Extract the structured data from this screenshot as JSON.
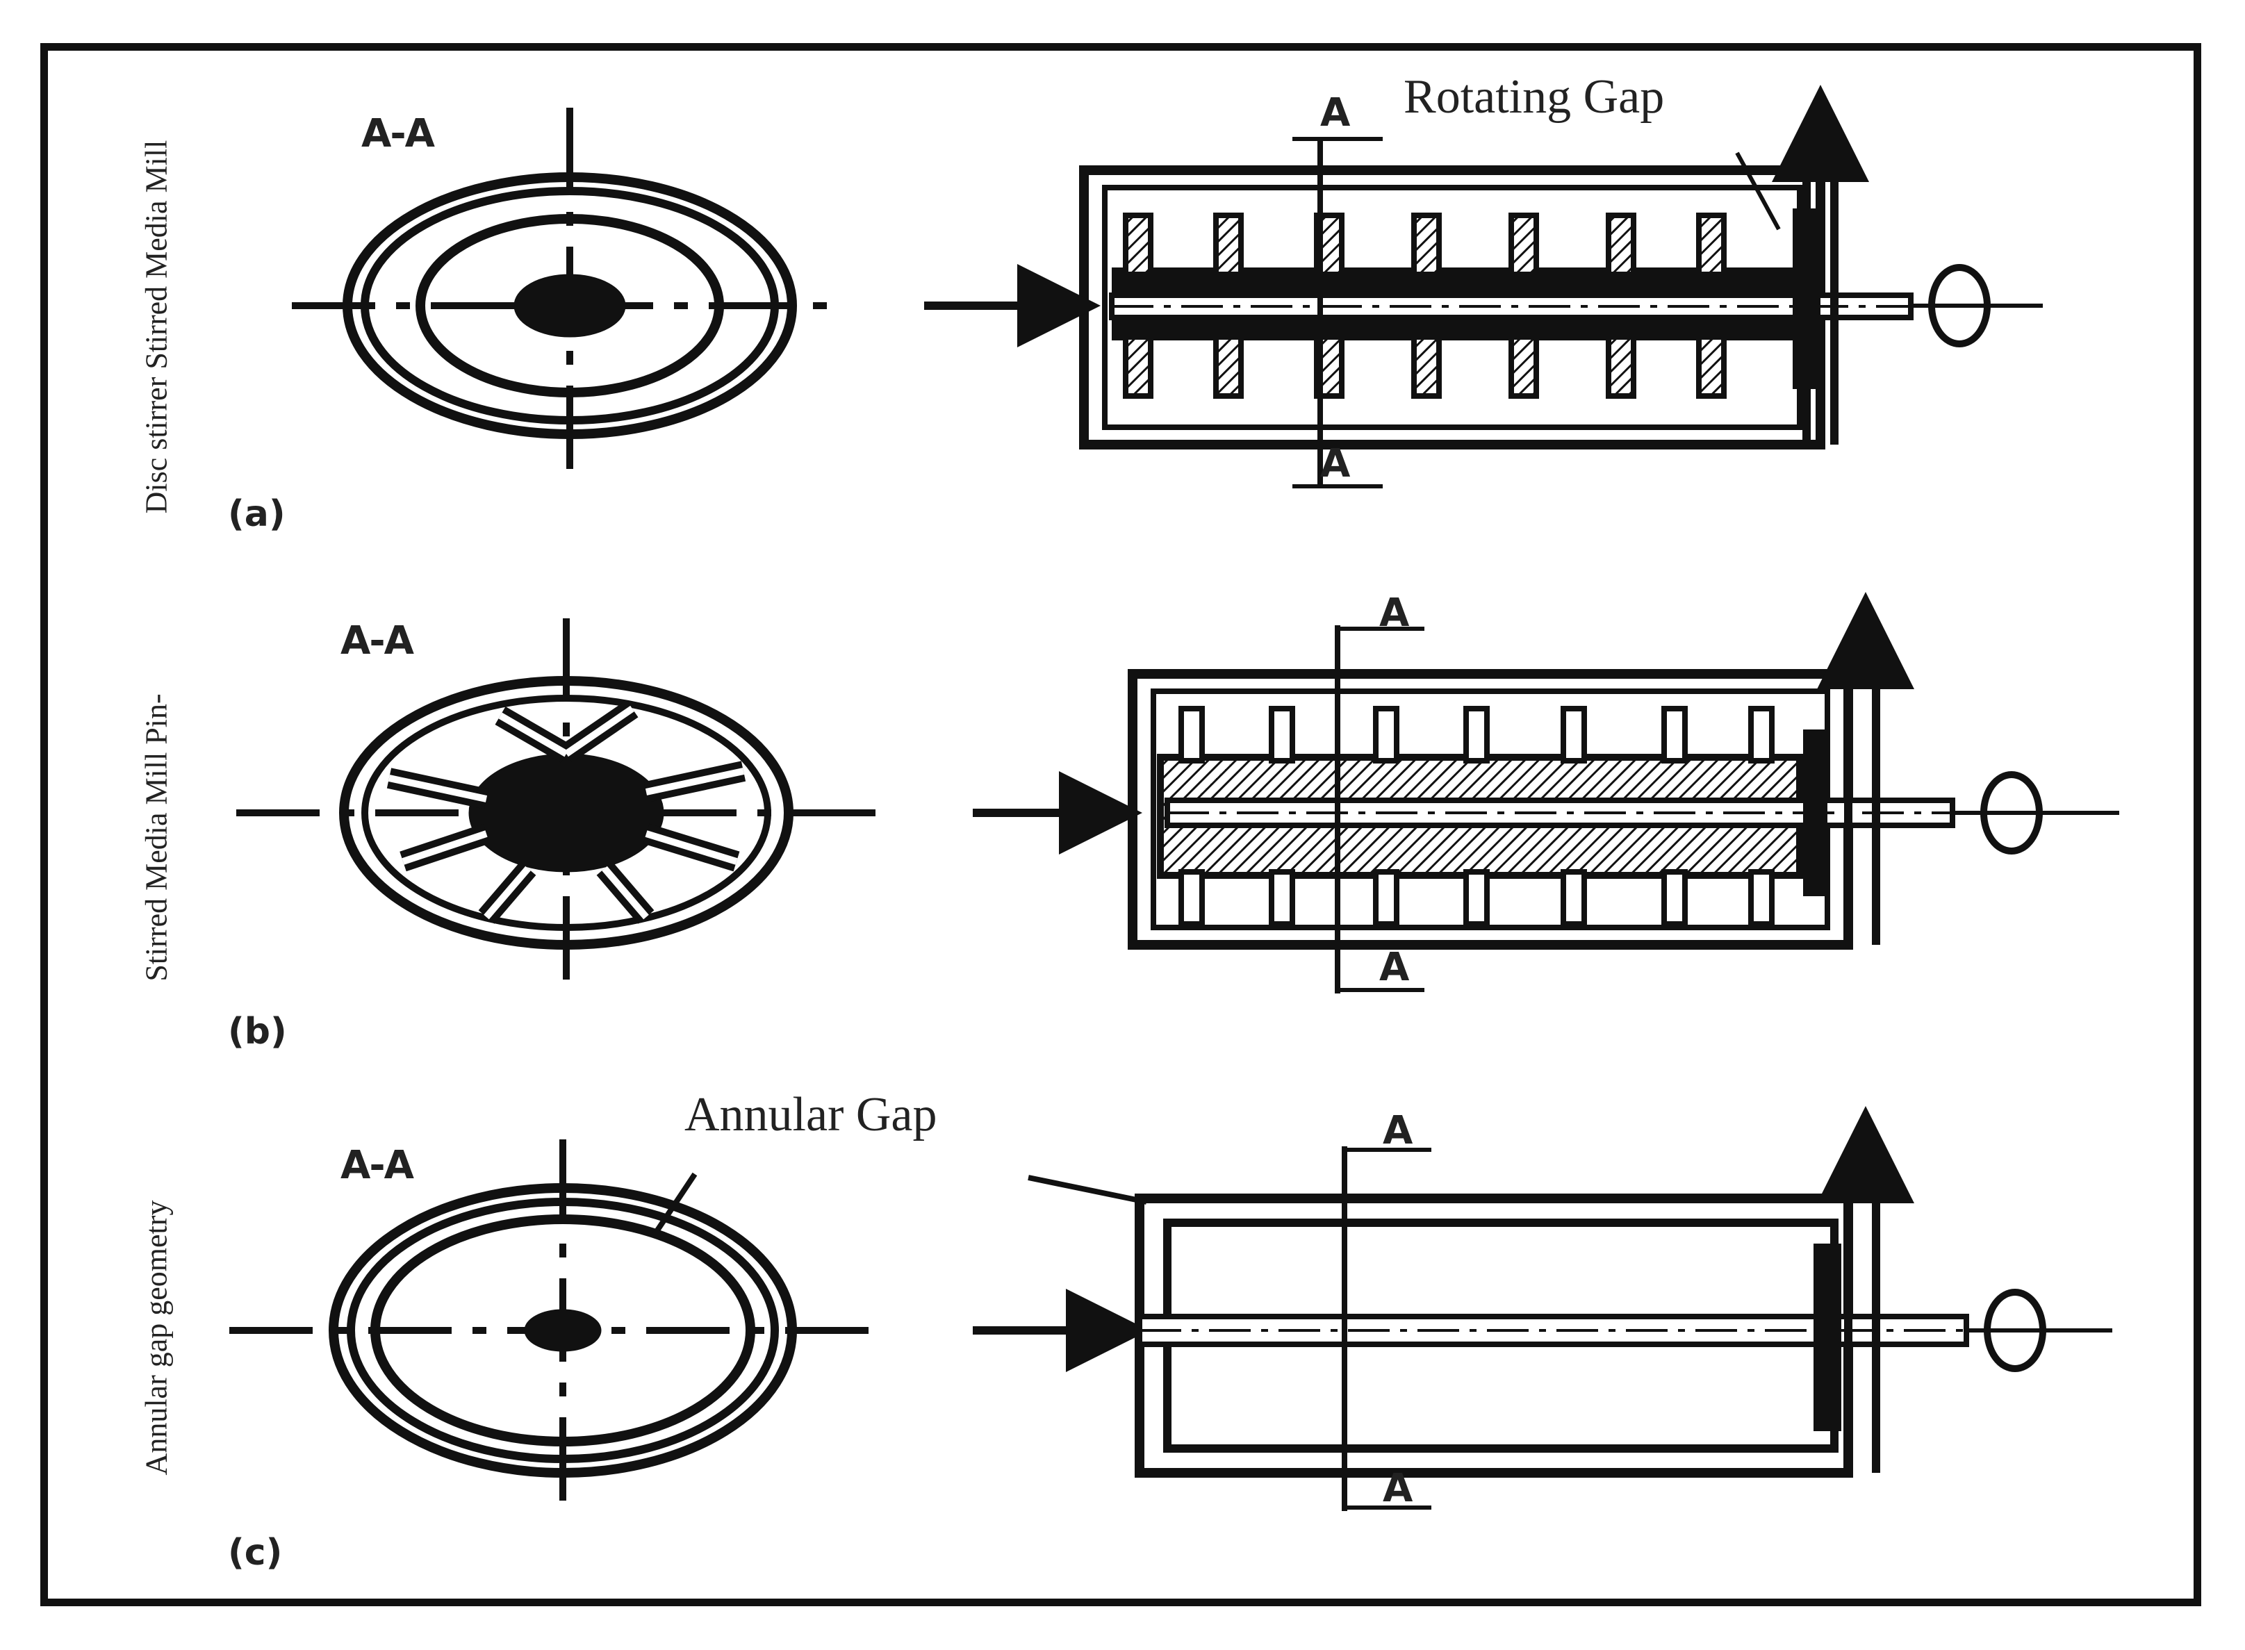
{
  "panels": [
    {
      "letter": "(a)",
      "side_label": "Disc stirrer Stirred Media Mill",
      "section_label": "A-A",
      "cut_mark": "A"
    },
    {
      "letter": "(b)",
      "side_label": "Stirred Media Mill Pin-",
      "section_label": "A-A",
      "cut_mark": "A"
    },
    {
      "letter": "(c)",
      "side_label": "Annular gap geometry",
      "section_label": "A-A",
      "cut_mark": "A"
    }
  ],
  "callouts": {
    "rotating_gap": "Rotating Gap",
    "annular_gap": "Annular Gap"
  },
  "colors": {
    "ink": "#111111",
    "paper": "#ffffff"
  }
}
